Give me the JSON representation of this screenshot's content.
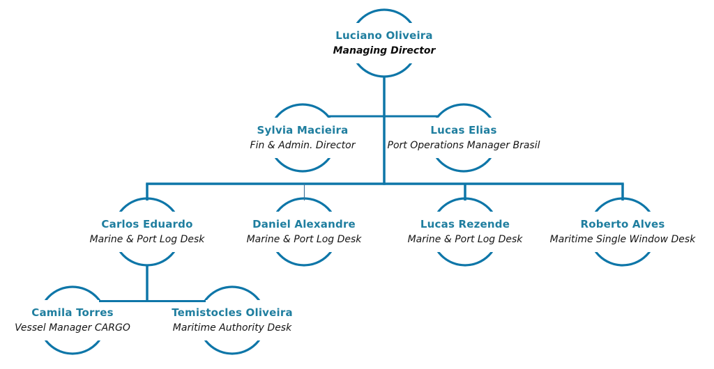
{
  "diagram_type": "org-chart",
  "colors": {
    "line": "#0e76a8",
    "thin_connector": "#41749b",
    "name_text": "#1f7e9f",
    "title_text": "#141414"
  },
  "nodes": [
    {
      "name": "Luciano Oliveira",
      "title": "Managing Director",
      "reports_to": null
    },
    {
      "name": "Sylvia Macieira",
      "title": "Fin & Admin. Director",
      "reports_to": "Luciano Oliveira"
    },
    {
      "name": "Lucas Elias",
      "title": "Port Operations Manager Brasil",
      "reports_to": "Luciano Oliveira"
    },
    {
      "name": "Carlos Eduardo",
      "title": "Marine & Port Log Desk",
      "reports_to": "Luciano Oliveira"
    },
    {
      "name": "Daniel Alexandre",
      "title": "Marine & Port Log Desk",
      "reports_to": "Luciano Oliveira"
    },
    {
      "name": "Lucas Rezende",
      "title": "Marine & Port Log Desk",
      "reports_to": "Luciano Oliveira"
    },
    {
      "name": "Roberto Alves",
      "title": "Maritime Single Window Desk",
      "reports_to": "Luciano Oliveira"
    },
    {
      "name": "Camila Torres",
      "title": "Vessel Manager CARGO",
      "reports_to": "Carlos Eduardo"
    },
    {
      "name": "Temistocles Oliveira",
      "title": "Maritime Authority Desk",
      "reports_to": "Carlos Eduardo"
    }
  ]
}
